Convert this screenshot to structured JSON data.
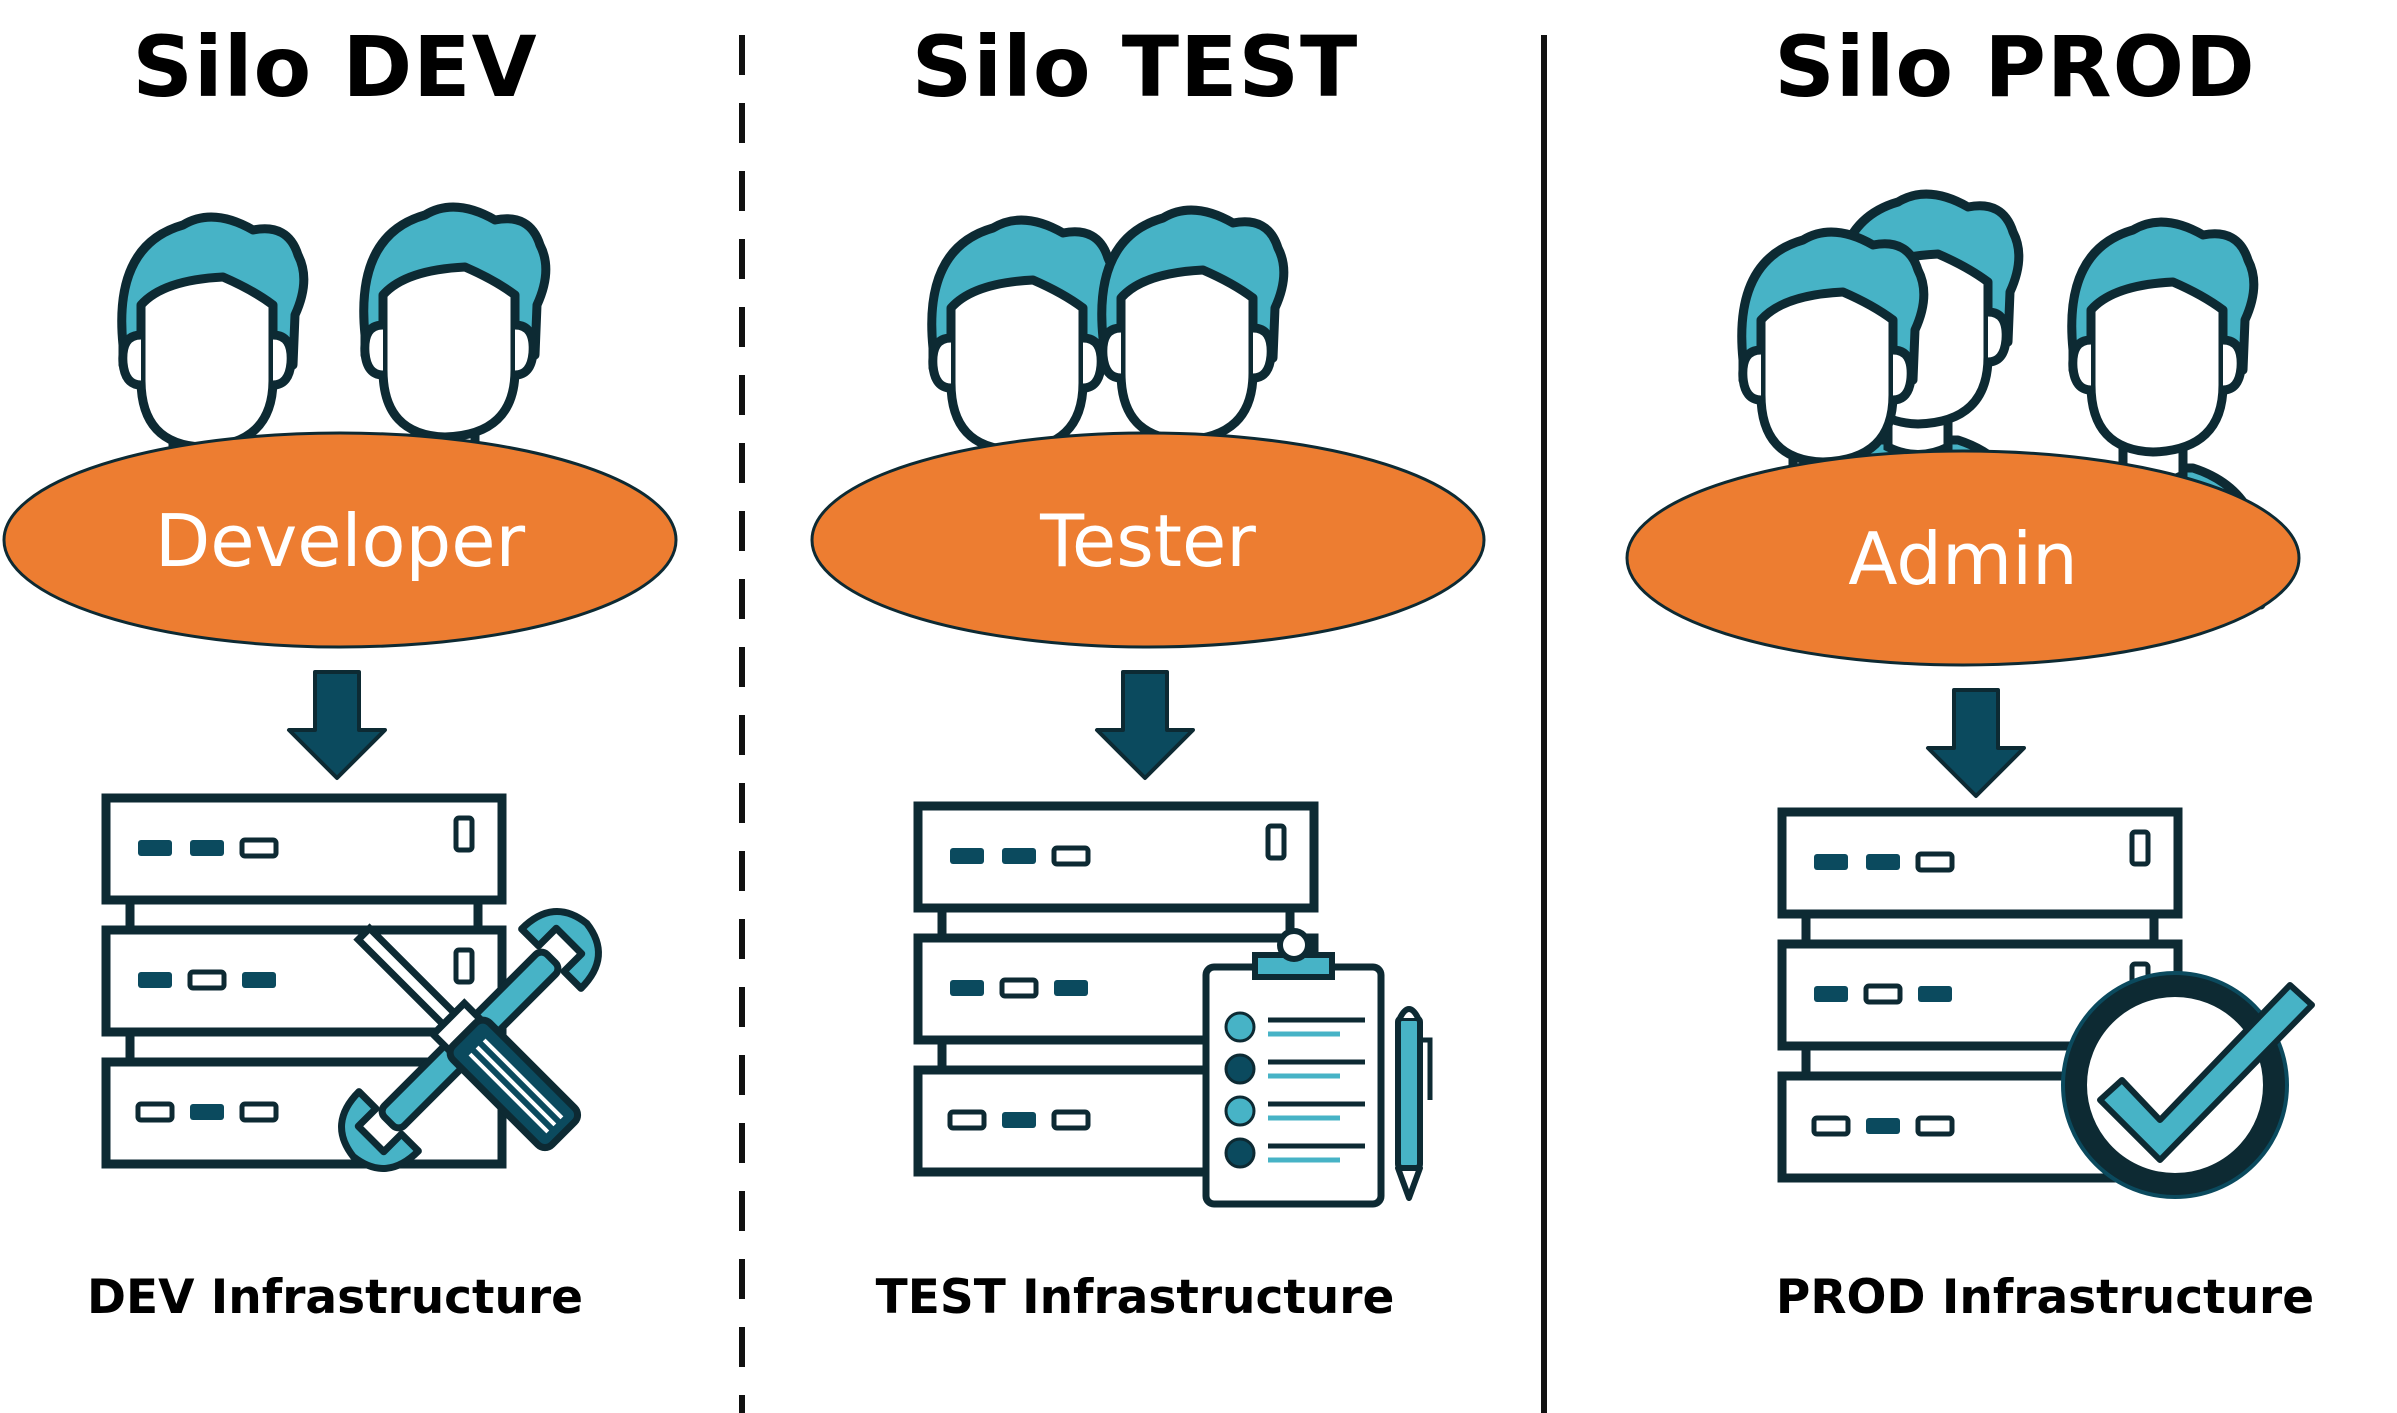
{
  "colors": {
    "teal": "#47b3c6",
    "navy": "#0b4a5e",
    "orange": "#ed7d31",
    "outline": "#0d2a33",
    "white": "#ffffff"
  },
  "silos": [
    {
      "title": "Silo DEV",
      "role": "Developer",
      "infrastructure": "DEV Infrastructure",
      "people_count": 2,
      "badge_icon": "wrench-screwdriver-icon"
    },
    {
      "title": "Silo TEST",
      "role": "Tester",
      "infrastructure": "TEST Infrastructure",
      "people_count": 2,
      "badge_icon": "checklist-clipboard-icon"
    },
    {
      "title": "Silo PROD",
      "role": "Admin",
      "infrastructure": "PROD Infrastructure",
      "people_count": 3,
      "badge_icon": "checkmark-circle-icon"
    }
  ],
  "separators": [
    {
      "style": "dashed"
    },
    {
      "style": "solid"
    }
  ]
}
